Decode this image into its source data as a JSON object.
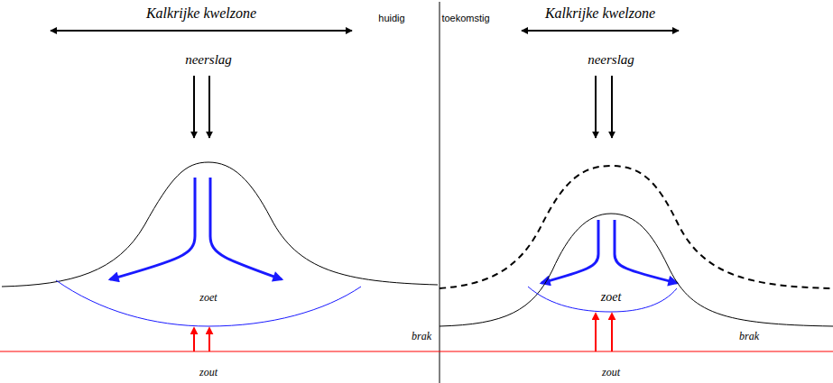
{
  "diagram": {
    "labels": [
      "Kalkrijke kwelzone",
      "huidig",
      "toekomstig",
      "Kalkrijke kwelzone",
      "neerslag",
      "neerslag",
      "zoet",
      "zoet",
      "brak",
      "brak",
      "zout",
      "zout"
    ]
  }
}
